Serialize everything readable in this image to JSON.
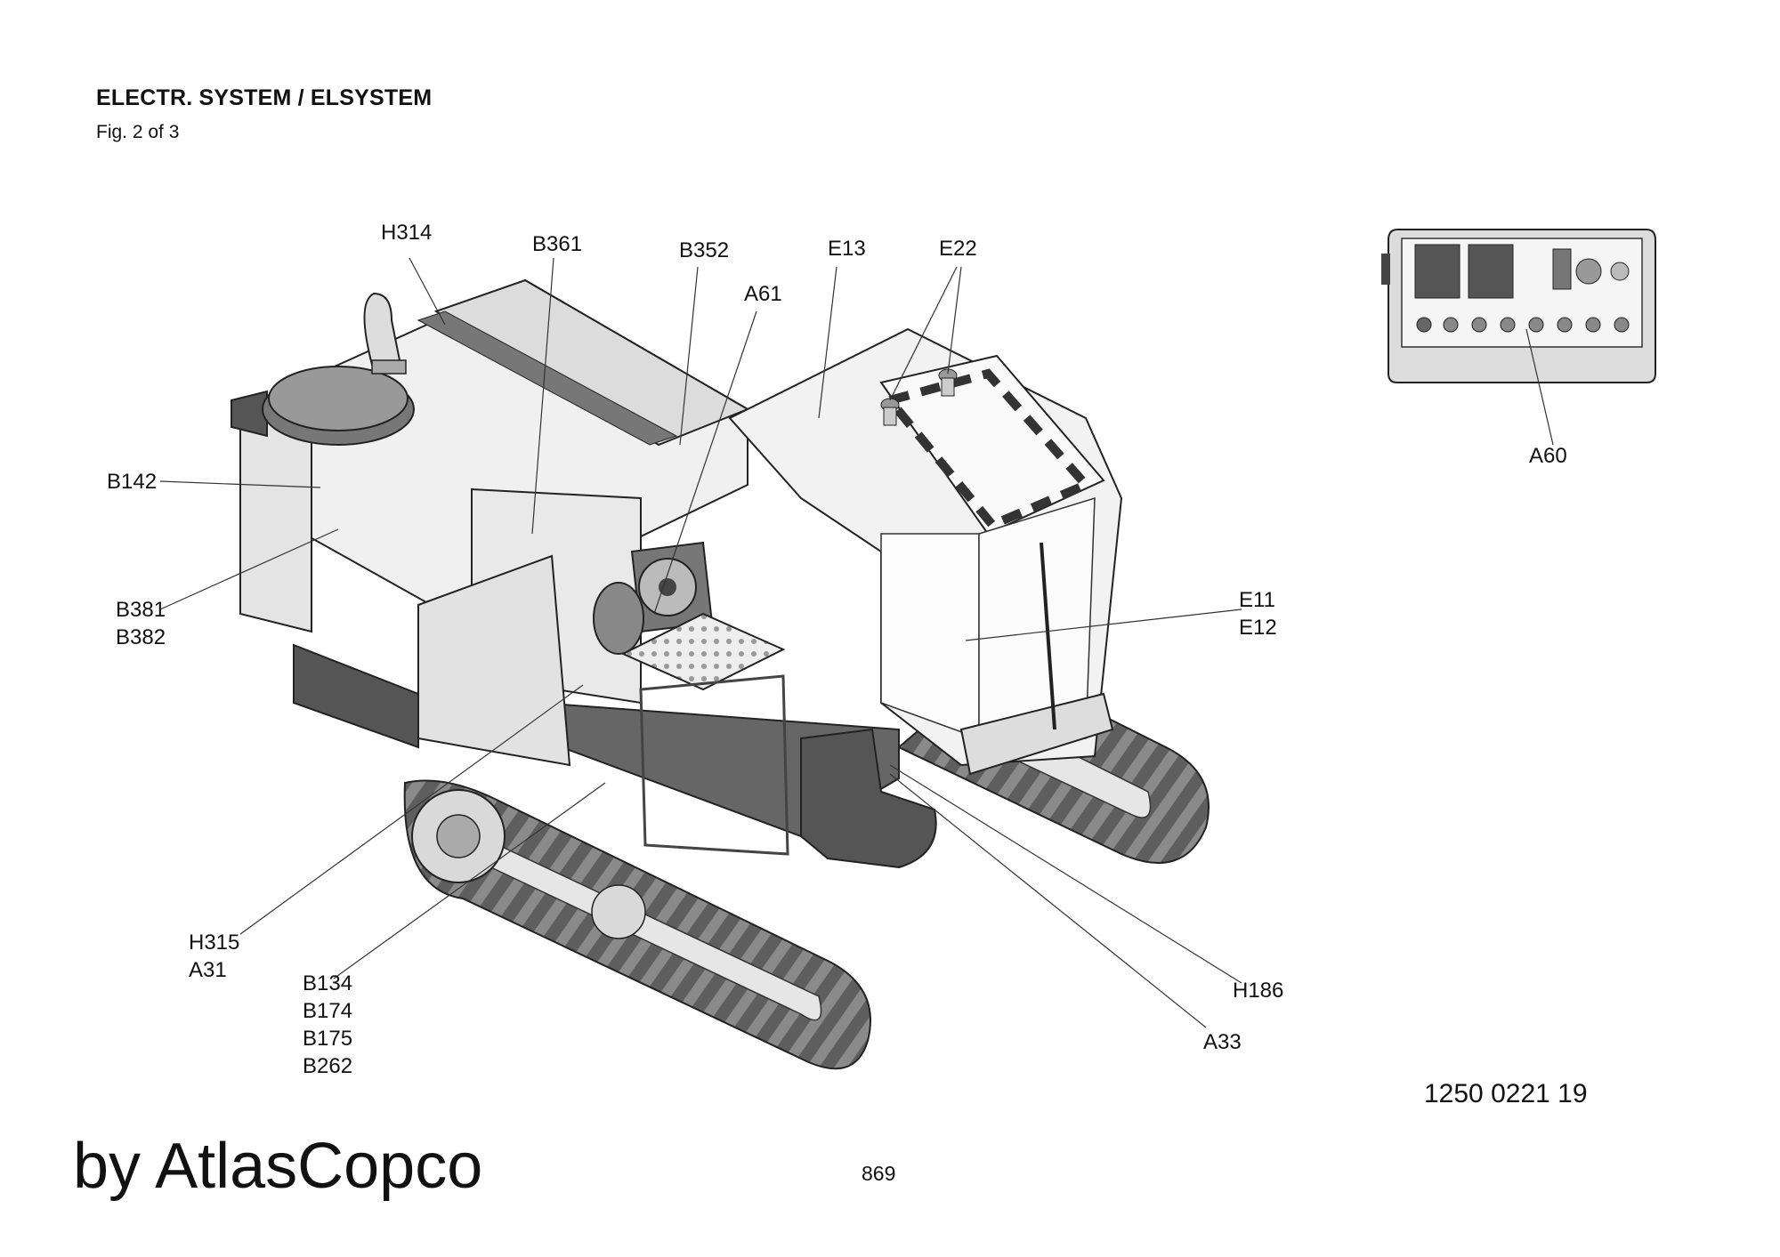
{
  "header": {
    "title": "ELECTR. SYSTEM / ELSYSTEM",
    "subtitle": "Fig. 2 of 3"
  },
  "callouts": {
    "H314": "H314",
    "B361": "B361",
    "B352": "B352",
    "E13": "E13",
    "E22": "E22",
    "A61": "A61",
    "B142": "B142",
    "B381_B382": "B381\nB382",
    "E11_E12": "E11\nE12",
    "A60": "A60",
    "H315_A31": "H315\nA31",
    "B134_group": "B134\nB174\nB175\nB262",
    "H186": "H186",
    "A33": "A33"
  },
  "footer": {
    "drawing_number": "1250 0221 19",
    "brand": "by AtlasCopco",
    "page_number": "869"
  }
}
